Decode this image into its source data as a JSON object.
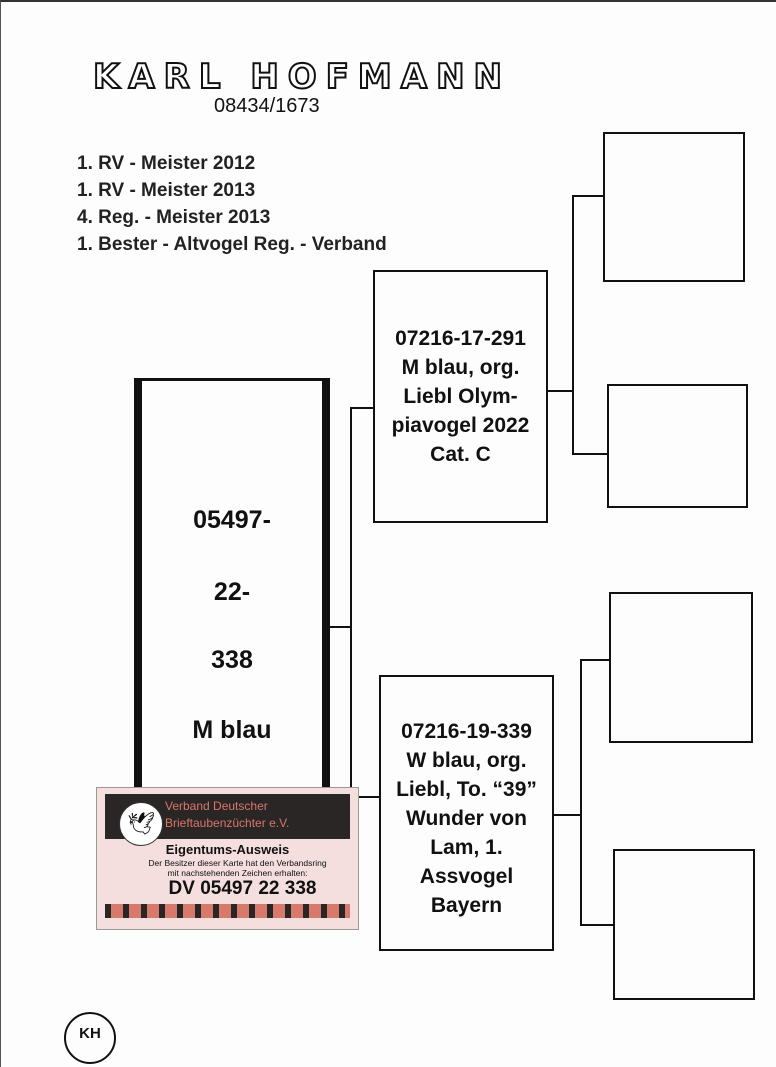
{
  "header": {
    "name": "KARL HOFMANN",
    "phone": "08434/1673"
  },
  "achievements": [
    "1. RV - Meister 2012",
    "1. RV - Meister 2013",
    "4. Reg. - Meister 2013",
    "1. Bester - Altvogel Reg. - Verband"
  ],
  "bird": {
    "lines": [
      "05497-",
      "22-",
      "338",
      "M blau"
    ]
  },
  "sire": {
    "lines": [
      "07216-17-291",
      "M blau, org.",
      "Liebl Olym-",
      "piavogel 2022",
      "Cat. C"
    ]
  },
  "dam": {
    "lines": [
      "07216-19-339",
      "W blau, org.",
      "Liebl, To. “39”",
      "Wunder von",
      "Lam, 1.",
      "Assvogel",
      "Bayern"
    ]
  },
  "card": {
    "org_line1": "Verband Deutscher",
    "org_line2": "Brieftaubenzüchter e.V.",
    "title": "Eigentums-Ausweis",
    "text1": "Der Besitzer dieser Karte hat den Verbandsring",
    "text2": "mit nachstehenden Zeichen erhalten:",
    "ring": "DV 05497 22 338"
  },
  "footer_logo": "KH"
}
